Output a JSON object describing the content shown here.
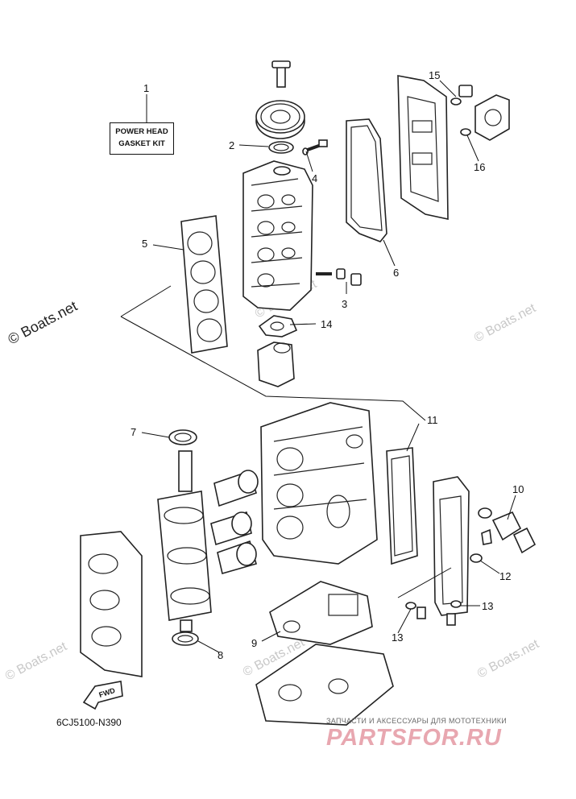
{
  "watermarks": {
    "main": "© Boats.net",
    "faint": "© Boats.net"
  },
  "kit_box": {
    "line1": "POWER HEAD",
    "line2": "GASKET KIT"
  },
  "diagram_code": "6CJ5100-N390",
  "fwd_label": "FWD",
  "callouts": [
    "1",
    "2",
    "3",
    "4",
    "5",
    "6",
    "7",
    "8",
    "9",
    "10",
    "11",
    "12",
    "13",
    "13",
    "14",
    "15",
    "16"
  ],
  "footer": {
    "tagline": "ЗАПЧАСТИ И АКСЕССУАРЫ ДЛЯ МОТОТЕХНИКИ",
    "logo": "PARTSFOR.RU"
  },
  "colors": {
    "line": "#222222",
    "watermark": "#c8c8c8",
    "logo": "#e8a7b0"
  }
}
